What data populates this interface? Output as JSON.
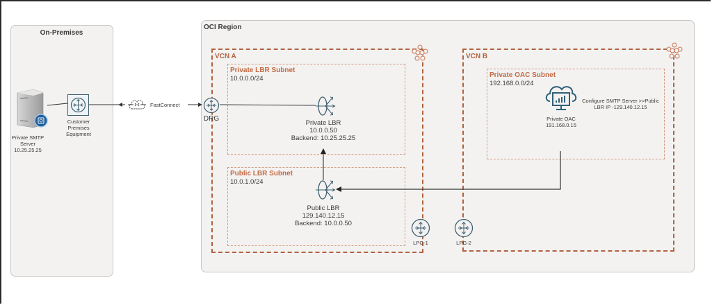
{
  "colors": {
    "vcn_border": "#b0623f",
    "subnet_border": "#d39a80",
    "panel_bg": "#f3f2f1",
    "icon_stroke": "#3f5f6e",
    "text": "#3b3a39"
  },
  "on_premises": {
    "title": "On-Premises",
    "smtp_server": {
      "icon": "server-icon",
      "name": "Private SMTP",
      "name2": "Server",
      "ip": "10.25.25.25"
    },
    "cpe": {
      "icon": "router-icon",
      "name": "Customer",
      "name2": "Premises",
      "name3": "Equipment"
    }
  },
  "fastconnect": {
    "icon": "fastconnect-cloud-icon",
    "label": "FastConnect"
  },
  "oci_region": {
    "title": "OCI Region",
    "drg": {
      "icon": "router-icon",
      "label": "DRG"
    },
    "vcn_a": {
      "title": "VCN A",
      "icon": "vcn-icon",
      "private_subnet": {
        "title": "Private LBR Subnet",
        "cidr": "10.0.0.0/24",
        "lb": {
          "icon": "load-balancer-icon",
          "name": "Private LBR",
          "ip": "10.0.0.50",
          "backend": "Backend: 10.25.25.25"
        }
      },
      "public_subnet": {
        "title": "Public LBR Subnet",
        "cidr": "10.0.1.0/24",
        "lb": {
          "icon": "load-balancer-icon",
          "name": "Public LBR",
          "ip": "129.140.12.15",
          "backend": "Backend: 10.0.0.50"
        }
      },
      "lpg": {
        "icon": "router-icon",
        "label": "LPG-1"
      }
    },
    "vcn_b": {
      "title": "VCN B",
      "icon": "vcn-icon",
      "lpg": {
        "icon": "router-icon",
        "label": "LPG-2"
      },
      "oac_subnet": {
        "title": "Private OAC Subnet",
        "cidr": "192.168.0.0/24",
        "oac": {
          "icon": "analytics-cloud-icon",
          "name": "Private OAC",
          "ip": "191.168.0.15"
        },
        "note_line1": "Configure SMTP Server >>Public",
        "note_line2": "LBR IP -129.140.12.15"
      }
    }
  }
}
